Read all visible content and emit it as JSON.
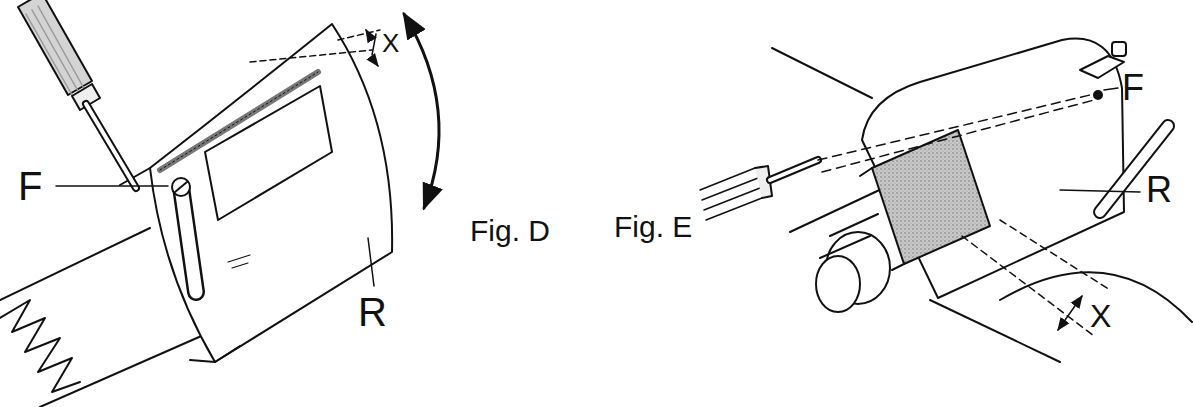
{
  "diagram": {
    "labels": [
      "X",
      "F",
      "Fig. D",
      "R",
      "F",
      "Fig. E",
      "R",
      "X"
    ]
  }
}
